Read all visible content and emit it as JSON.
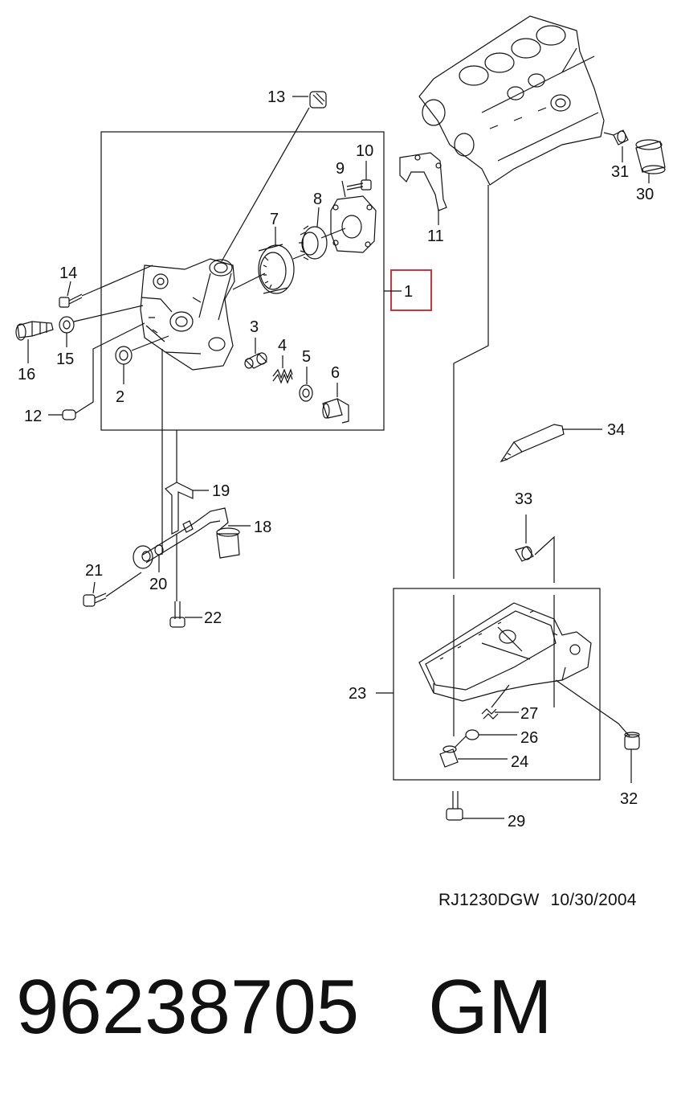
{
  "callouts": {
    "c1": "1",
    "c2": "2",
    "c3": "3",
    "c4": "4",
    "c5": "5",
    "c6": "6",
    "c7": "7",
    "c8": "8",
    "c9": "9",
    "c10": "10",
    "c11": "11",
    "c12": "12",
    "c13": "13",
    "c14": "14",
    "c15": "15",
    "c16": "16",
    "c18": "18",
    "c19": "19",
    "c20": "20",
    "c21": "21",
    "c22": "22",
    "c23": "23",
    "c24": "24",
    "c26": "26",
    "c27": "27",
    "c29": "29",
    "c30": "30",
    "c31": "31",
    "c32": "32",
    "c33": "33",
    "c34": "34"
  },
  "footer": {
    "drawing_code": "RJ1230DGW",
    "date": "10/30/2004"
  },
  "part_number": "96238705",
  "brand": "GM",
  "colors": {
    "line": "#111111",
    "highlight": "#d0343c"
  }
}
